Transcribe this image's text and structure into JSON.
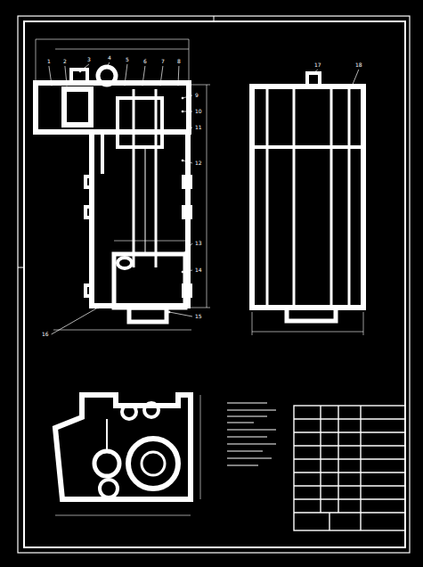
{
  "diagram": {
    "labels": [
      "1",
      "2",
      "3",
      "4",
      "5",
      "6",
      "7",
      "8",
      "9",
      "10",
      "11",
      "12",
      "13",
      "14",
      "15",
      "16",
      "17",
      "18"
    ]
  }
}
